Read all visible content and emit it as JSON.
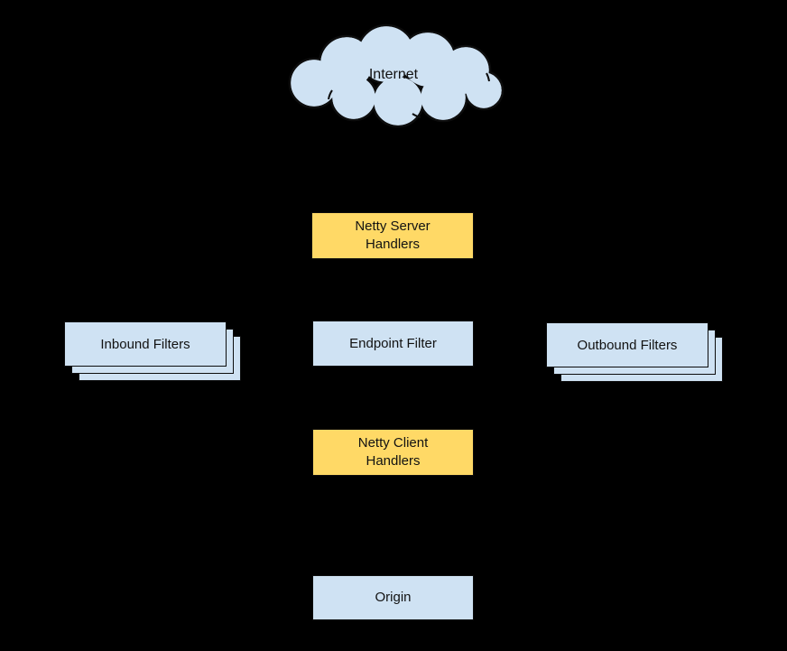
{
  "diagram": {
    "background_color": "#000000",
    "palette": {
      "node_blue_fill": "#cfe2f3",
      "node_yellow_fill": "#ffd966",
      "outline_color": "#0d0d0d",
      "text_color": "#121212"
    },
    "cloud": {
      "label": "Internet"
    },
    "nodes": [
      {
        "id": "netty-server-handlers",
        "label": "Netty Server\nHandlers",
        "fill": "yellow",
        "stacked": false
      },
      {
        "id": "inbound-filters",
        "label": "Inbound Filters",
        "fill": "blue",
        "stacked": true
      },
      {
        "id": "endpoint-filter",
        "label": "Endpoint Filter",
        "fill": "blue",
        "stacked": false
      },
      {
        "id": "outbound-filters",
        "label": "Outbound Filters",
        "fill": "blue",
        "stacked": true
      },
      {
        "id": "netty-client-handlers",
        "label": "Netty Client\nHandlers",
        "fill": "yellow",
        "stacked": false
      },
      {
        "id": "origin",
        "label": "Origin",
        "fill": "blue",
        "stacked": false
      }
    ]
  }
}
